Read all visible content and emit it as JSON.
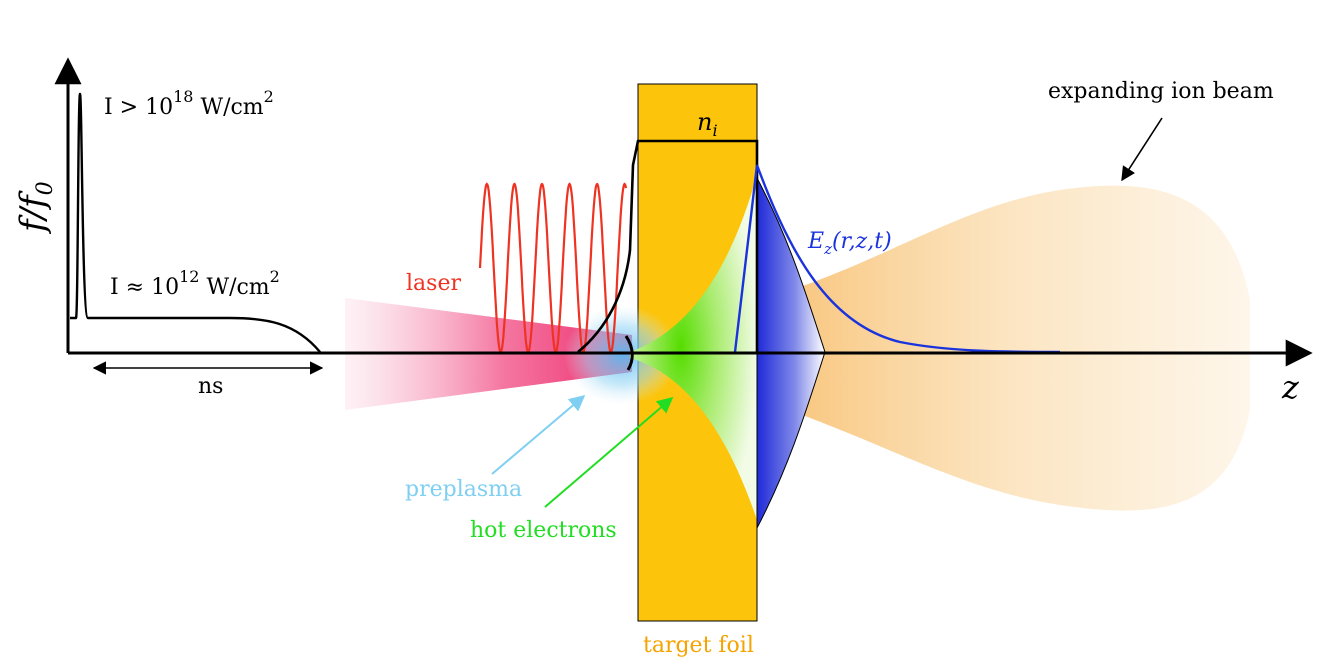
{
  "axes": {
    "y_label_main": "f",
    "y_label_slash": "/",
    "y_label_sub_base": "f",
    "y_label_sub_index": "0",
    "x_label": "z"
  },
  "pulse": {
    "peak_label_prefix": "I > 10",
    "peak_label_exp": "18",
    "peak_label_unit": " W/cm",
    "peak_label_unit_exp": "2",
    "pedestal_label_prefix": "I ≈ 10",
    "pedestal_label_exp": "12",
    "pedestal_label_unit": " W/cm",
    "pedestal_label_unit_exp": "2",
    "duration_label": "ns"
  },
  "labels": {
    "laser": "laser",
    "preplasma": "preplasma",
    "hot_electrons": "hot electrons",
    "target_foil": "target foil",
    "ion_density_base": "n",
    "ion_density_sub": "i",
    "field_base": "E",
    "field_sub": "z",
    "field_args": "(r,z,t)",
    "ion_beam": "expanding ion beam"
  },
  "colors": {
    "axis": "#000000",
    "laser": "#ee3322",
    "laser_beam": "#f0407a",
    "preplasma": "#7fcff2",
    "hot_electrons": "#22dd22",
    "target_foil": "#fcc40a",
    "field": "#1a33dd",
    "ion_beam": "#f9c784"
  }
}
